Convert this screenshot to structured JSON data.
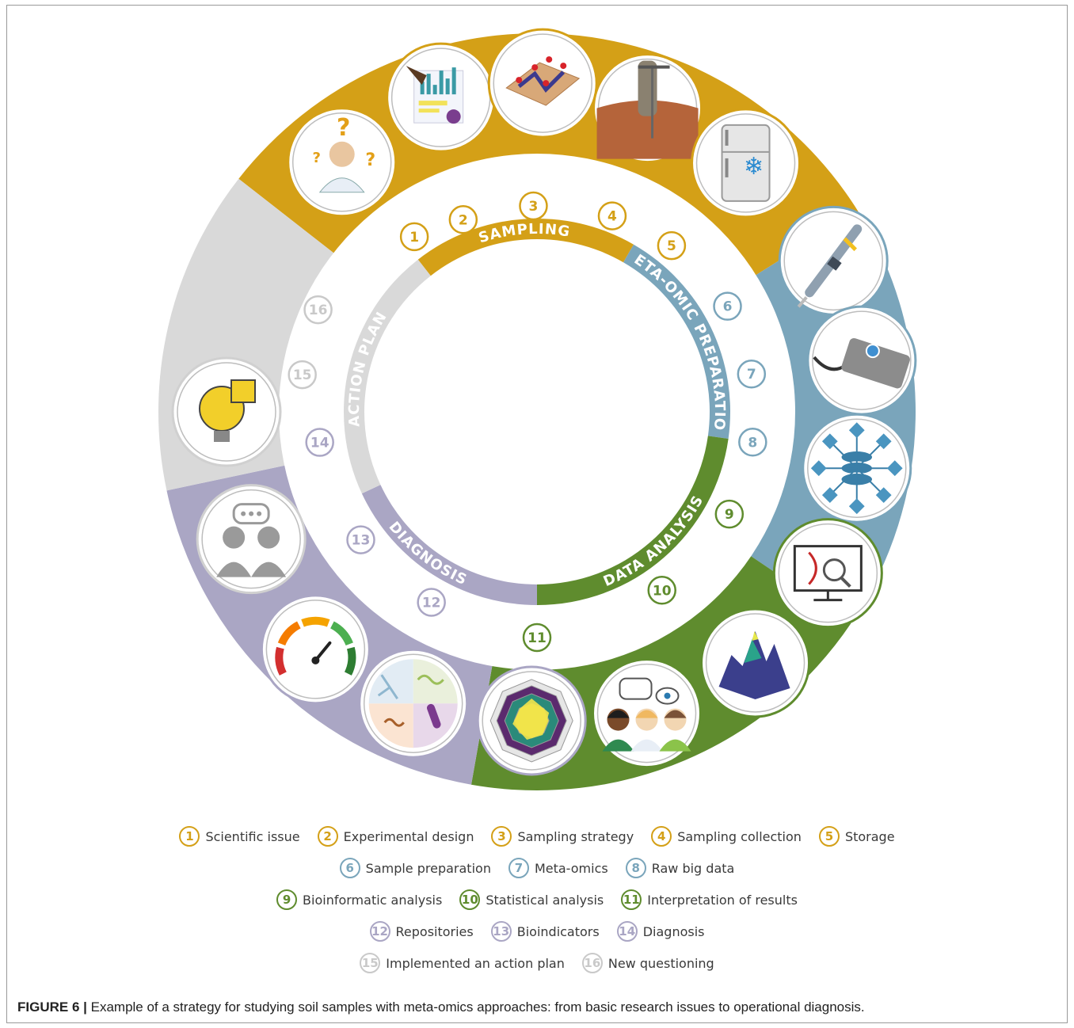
{
  "colors": {
    "sampling": "#d4a017",
    "metaomics": "#7aa5bb",
    "analysis": "#5f8c2e",
    "diagnosis": "#aaa6c4",
    "action": "#d9d9d9",
    "action_text": "#c9c9c9"
  },
  "phases": [
    {
      "label": "SAMPLING",
      "group": "sampling"
    },
    {
      "label": "META-OMIC PREPARATION",
      "group": "metaomics"
    },
    {
      "label": "DATA ANALYSIS",
      "group": "analysis"
    },
    {
      "label": "DIAGNOSIS",
      "group": "diagnosis"
    },
    {
      "label": "ACTION PLAN",
      "group": "action"
    }
  ],
  "steps": [
    {
      "num": "1",
      "label": "Scientific issue",
      "group": "sampling",
      "icon": "questioning-scientist-icon"
    },
    {
      "num": "2",
      "label": "Experimental design",
      "group": "sampling",
      "icon": "design-board-icon"
    },
    {
      "num": "3",
      "label": "Sampling strategy",
      "group": "sampling",
      "icon": "field-map-icon"
    },
    {
      "num": "4",
      "label": "Sampling collection",
      "group": "sampling",
      "icon": "soil-corer-icon"
    },
    {
      "num": "5",
      "label": "Storage",
      "group": "sampling",
      "icon": "freezer-icon"
    },
    {
      "num": "6",
      "label": "Sample preparation",
      "group": "metaomics",
      "icon": "pipette-icon"
    },
    {
      "num": "7",
      "label": "Meta-omics",
      "group": "metaomics",
      "icon": "sequencer-icon"
    },
    {
      "num": "8",
      "label": "Raw big data",
      "group": "metaomics",
      "icon": "database-icon"
    },
    {
      "num": "9",
      "label": "Bioinformatic analysis",
      "group": "analysis",
      "icon": "dna-monitor-icon"
    },
    {
      "num": "10",
      "label": "Statistical analysis",
      "group": "analysis",
      "icon": "surface-plot-icon"
    },
    {
      "num": "11",
      "label": "Interpretation of results",
      "group": "analysis",
      "icon": "team-discussion-icon"
    },
    {
      "num": "12",
      "label": "Repositories",
      "group": "diagnosis",
      "icon": "radar-chart-icon"
    },
    {
      "num": "13",
      "label": "Bioindicators",
      "group": "diagnosis",
      "icon": "microorganisms-icon"
    },
    {
      "num": "14",
      "label": "Diagnosis",
      "group": "diagnosis",
      "icon": "gauge-icon"
    },
    {
      "num": "15",
      "label": "Implemented an action plan",
      "group": "action",
      "icon": "conversation-icon"
    },
    {
      "num": "16",
      "label": "New questioning",
      "group": "action",
      "icon": "lightbulb-puzzle-icon"
    }
  ],
  "caption": {
    "prefix": "FIGURE 6 |",
    "text": " Example of a strategy for studying soil samples with meta-omics approaches: from basic research issues to operational diagnosis."
  }
}
